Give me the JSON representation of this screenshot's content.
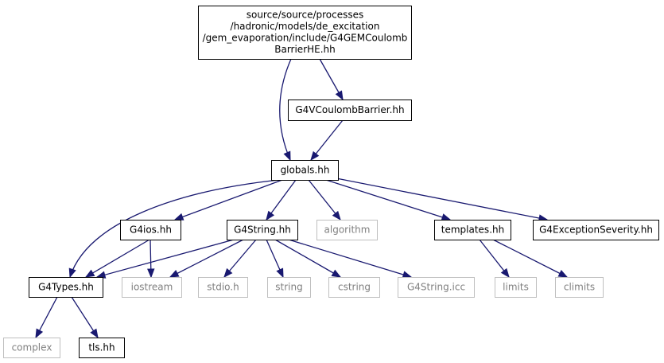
{
  "diagram": {
    "colors": {
      "edge": "#191970",
      "node_border": "#000000",
      "node_border_missing": "#bfbfbf",
      "node_text": "#000000",
      "node_text_missing": "#808080",
      "root_fill": "#bfbfbf",
      "node_fill": "#ffffff"
    },
    "nodes": [
      {
        "id": "root",
        "lines": [
          "source/source/processes",
          "/hadronic/models/de_excitation",
          "/gem_evaporation/include/G4GEMCoulomb",
          "BarrierHE.hh"
        ],
        "kind": "root"
      },
      {
        "id": "g4vcoulomb",
        "lines": [
          "G4VCoulombBarrier.hh"
        ],
        "kind": "file"
      },
      {
        "id": "globals",
        "lines": [
          "globals.hh"
        ],
        "kind": "file"
      },
      {
        "id": "g4ios",
        "lines": [
          "G4ios.hh"
        ],
        "kind": "file"
      },
      {
        "id": "g4string",
        "lines": [
          "G4String.hh"
        ],
        "kind": "file"
      },
      {
        "id": "algorithm",
        "lines": [
          "algorithm"
        ],
        "kind": "missing"
      },
      {
        "id": "templates",
        "lines": [
          "templates.hh"
        ],
        "kind": "file"
      },
      {
        "id": "g4exception",
        "lines": [
          "G4ExceptionSeverity.hh"
        ],
        "kind": "file"
      },
      {
        "id": "g4types",
        "lines": [
          "G4Types.hh"
        ],
        "kind": "file"
      },
      {
        "id": "iostream",
        "lines": [
          "iostream"
        ],
        "kind": "missing"
      },
      {
        "id": "stdio",
        "lines": [
          "stdio.h"
        ],
        "kind": "missing"
      },
      {
        "id": "string",
        "lines": [
          "string"
        ],
        "kind": "missing"
      },
      {
        "id": "cstring",
        "lines": [
          "cstring"
        ],
        "kind": "missing"
      },
      {
        "id": "g4stringicc",
        "lines": [
          "G4String.icc"
        ],
        "kind": "missing"
      },
      {
        "id": "limits",
        "lines": [
          "limits"
        ],
        "kind": "missing"
      },
      {
        "id": "climits",
        "lines": [
          "climits"
        ],
        "kind": "missing"
      },
      {
        "id": "complex",
        "lines": [
          "complex"
        ],
        "kind": "missing"
      },
      {
        "id": "tls",
        "lines": [
          "tls.hh"
        ],
        "kind": "file"
      }
    ],
    "edges": [
      {
        "from": "root",
        "to": "g4vcoulomb"
      },
      {
        "from": "root",
        "to": "globals"
      },
      {
        "from": "g4vcoulomb",
        "to": "globals"
      },
      {
        "from": "globals",
        "to": "g4types"
      },
      {
        "from": "globals",
        "to": "g4ios"
      },
      {
        "from": "globals",
        "to": "g4string"
      },
      {
        "from": "globals",
        "to": "algorithm"
      },
      {
        "from": "globals",
        "to": "templates"
      },
      {
        "from": "globals",
        "to": "g4exception"
      },
      {
        "from": "g4ios",
        "to": "g4types"
      },
      {
        "from": "g4ios",
        "to": "iostream"
      },
      {
        "from": "g4string",
        "to": "g4types"
      },
      {
        "from": "g4string",
        "to": "iostream"
      },
      {
        "from": "g4string",
        "to": "stdio"
      },
      {
        "from": "g4string",
        "to": "string"
      },
      {
        "from": "g4string",
        "to": "cstring"
      },
      {
        "from": "g4string",
        "to": "g4stringicc"
      },
      {
        "from": "templates",
        "to": "limits"
      },
      {
        "from": "templates",
        "to": "climits"
      },
      {
        "from": "g4types",
        "to": "complex"
      },
      {
        "from": "g4types",
        "to": "tls"
      }
    ]
  }
}
